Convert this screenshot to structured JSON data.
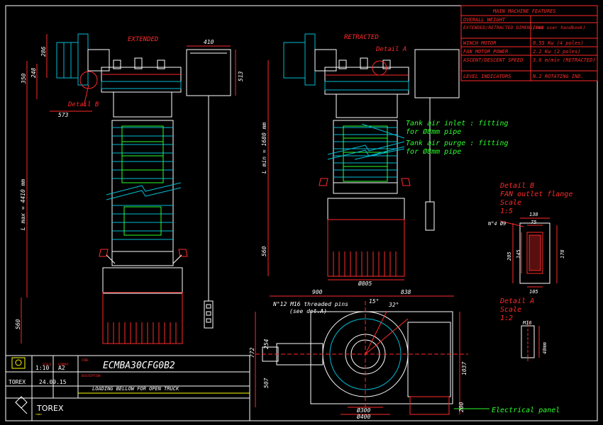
{
  "views": {
    "extended_label": "EXTENDED",
    "retracted_label": "RETRACTED",
    "detail_a_callout": "Detail A",
    "detail_b_callout": "Detail B"
  },
  "dimensions": {
    "ext_286": "286",
    "ext_248": "248",
    "ext_350": "350",
    "ext_573": "573",
    "ext_410": "410",
    "ext_513": "513",
    "ext_lmax": "L max = 4410 mm",
    "ext_560": "560",
    "ret_lmin": "L min = 1680 mm",
    "ret_560": "560",
    "ret_805": "Ø805",
    "top_900": "900",
    "top_838": "838",
    "top_15deg": "15°",
    "top_32deg": "32°",
    "top_772": "772",
    "top_254": "254",
    "top_507": "507",
    "top_1037": "1037",
    "top_200": "200",
    "top_300": "Ø300",
    "top_400": "Ø400"
  },
  "notes": {
    "inlet_1": "Tank air inlet : fitting",
    "inlet_2": "for Ø8mm pipe",
    "purge_1": "Tank air purge : fitting",
    "purge_2": "for Ø8mm pipe",
    "threaded_pins_1": "N°12 M16 threaded pins",
    "threaded_pins_2": "(see det.A)",
    "electrical_panel": "Electrical panel"
  },
  "features_table": {
    "title": "MAIN MACHINE FEATURES",
    "rows": [
      {
        "label": "OVERALL WEIGHT",
        "value": ""
      },
      {
        "label": "EXTENDED/RETRACTED DIMENSIONS",
        "value": "(see user handbook)"
      },
      {
        "label": "WINCH MOTOR",
        "value": "0.55 Kw (4 poles)"
      },
      {
        "label": "FAN MOTOR POWER",
        "value": "2.2 Kw (2 poles)"
      },
      {
        "label": "ASCENT/DESCENT SPEED",
        "value": "3.6 m/min (RETRACTED)"
      },
      {
        "label": "LEVEL INDICATORS",
        "value": "N.2 ROTATING IND."
      }
    ]
  },
  "detail_b": {
    "title_1": "Detail B",
    "title_2": "FAN outlet flange",
    "title_3": "Scale",
    "title_4": "1:5",
    "holes": "N°4 Ø9",
    "d138": "138",
    "d75": "75",
    "d205": "205",
    "d145": "145",
    "d178": "178",
    "d105": "105"
  },
  "detail_a": {
    "title_1": "Detail A",
    "title_2": "Scale",
    "title_3": "1:2",
    "m16": "M16",
    "len": "40mm"
  },
  "title_block": {
    "scale": "1:10",
    "format": "A2",
    "drawing_code": "ECMBA30CFG0B2",
    "company": "TOREX",
    "date": "24.09.15",
    "description": "LOADING BELLOW FOR OPEN TRUCK",
    "logo": "TOREX"
  }
}
